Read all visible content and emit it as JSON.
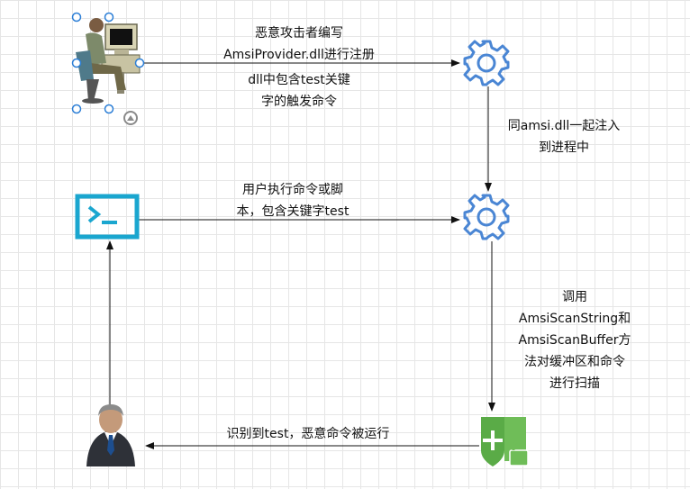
{
  "labels": {
    "attacker_write": [
      "恶意攻击者编写",
      "AmsiProvider.dll进行注册"
    ],
    "trigger": [
      "dll中包含test关键",
      "字的触发命令"
    ],
    "inject": [
      "同amsi.dll一起注入",
      "到进程中"
    ],
    "user_exec": [
      "用户执行命令或脚",
      "本，包含关键字test"
    ],
    "scan": [
      "调用",
      "AmsiScanString和",
      "AmsiScanBuffer方",
      "法对缓冲区和命令",
      "进行扫描"
    ],
    "detected": [
      "识别到test，恶意命令被运行"
    ]
  },
  "colors": {
    "gear": "#4a86d4",
    "terminal": "#1aa6cf",
    "shield": "#5aab47",
    "arrow": "#111111",
    "selection": "#2b7ed6"
  },
  "icons": [
    "hacker-at-computer-icon",
    "gear-icon",
    "terminal-icon",
    "shield-lock-icon",
    "businessman-icon"
  ]
}
